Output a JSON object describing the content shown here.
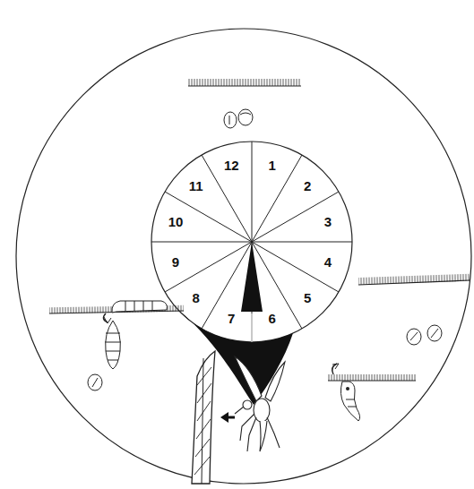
{
  "diagram": {
    "labels": [
      "12",
      "1",
      "2",
      "3",
      "4",
      "5",
      "6",
      "7",
      "8",
      "9",
      "10",
      "11"
    ]
  }
}
